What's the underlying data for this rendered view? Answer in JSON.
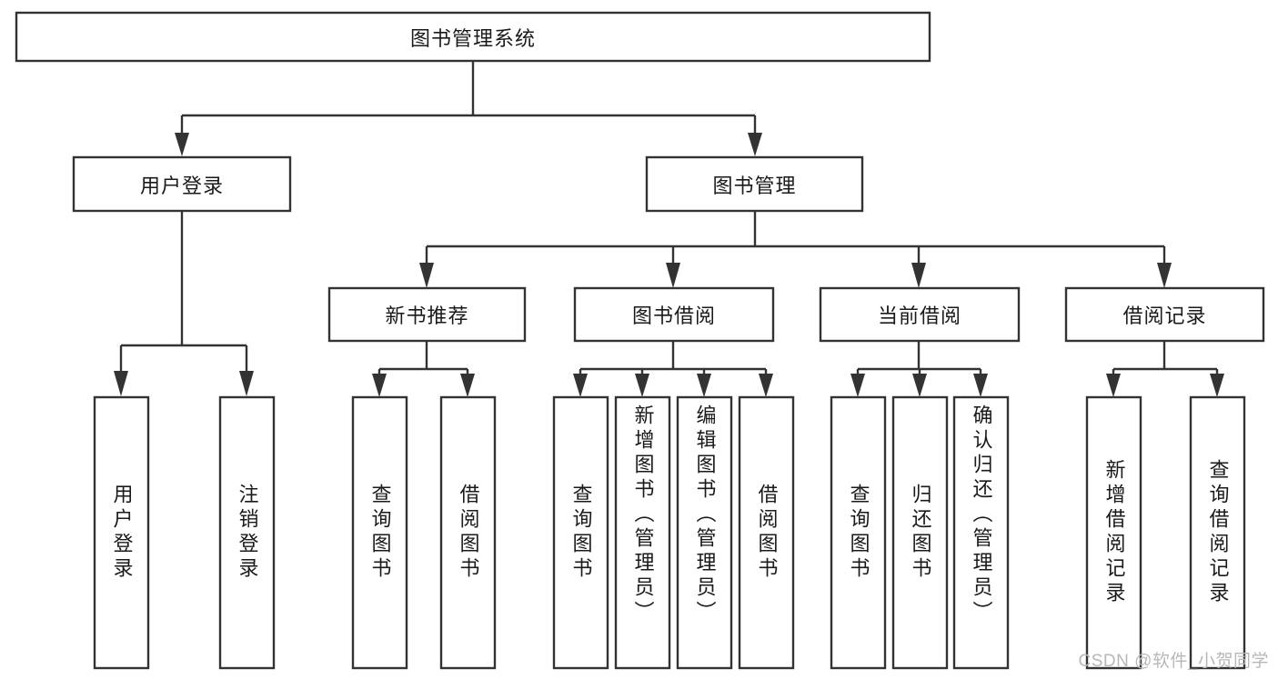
{
  "diagram": {
    "type": "hierarchy-tree",
    "title": "图书管理系统",
    "root": {
      "label": "图书管理系统"
    },
    "level2": [
      {
        "label": "用户登录"
      },
      {
        "label": "图书管理"
      }
    ],
    "level3": [
      {
        "label": "新书推荐"
      },
      {
        "label": "图书借阅"
      },
      {
        "label": "当前借阅"
      },
      {
        "label": "借阅记录"
      }
    ],
    "leaves": {
      "user_login": [
        {
          "label": "用户登录"
        },
        {
          "label": "注销登录"
        }
      ],
      "new_book_recommend": [
        {
          "label": "查询图书"
        },
        {
          "label": "借阅图书"
        }
      ],
      "book_borrow": [
        {
          "label": "查询图书"
        },
        {
          "label": "新增图书（管理员）"
        },
        {
          "label": "编辑图书（管理员）"
        },
        {
          "label": "借阅图书"
        }
      ],
      "current_borrow": [
        {
          "label": "查询图书"
        },
        {
          "label": "归还图书"
        },
        {
          "label": "确认归还（管理员）"
        }
      ],
      "borrow_record": [
        {
          "label": "新增借阅记录"
        },
        {
          "label": "查询借阅记录"
        }
      ]
    }
  },
  "watermark": {
    "text": "CSDN @软件_小贺同学"
  },
  "colors": {
    "stroke": "#333333",
    "fill": "#ffffff",
    "text": "#1a1a1a",
    "watermark": "#b8b8b8"
  }
}
